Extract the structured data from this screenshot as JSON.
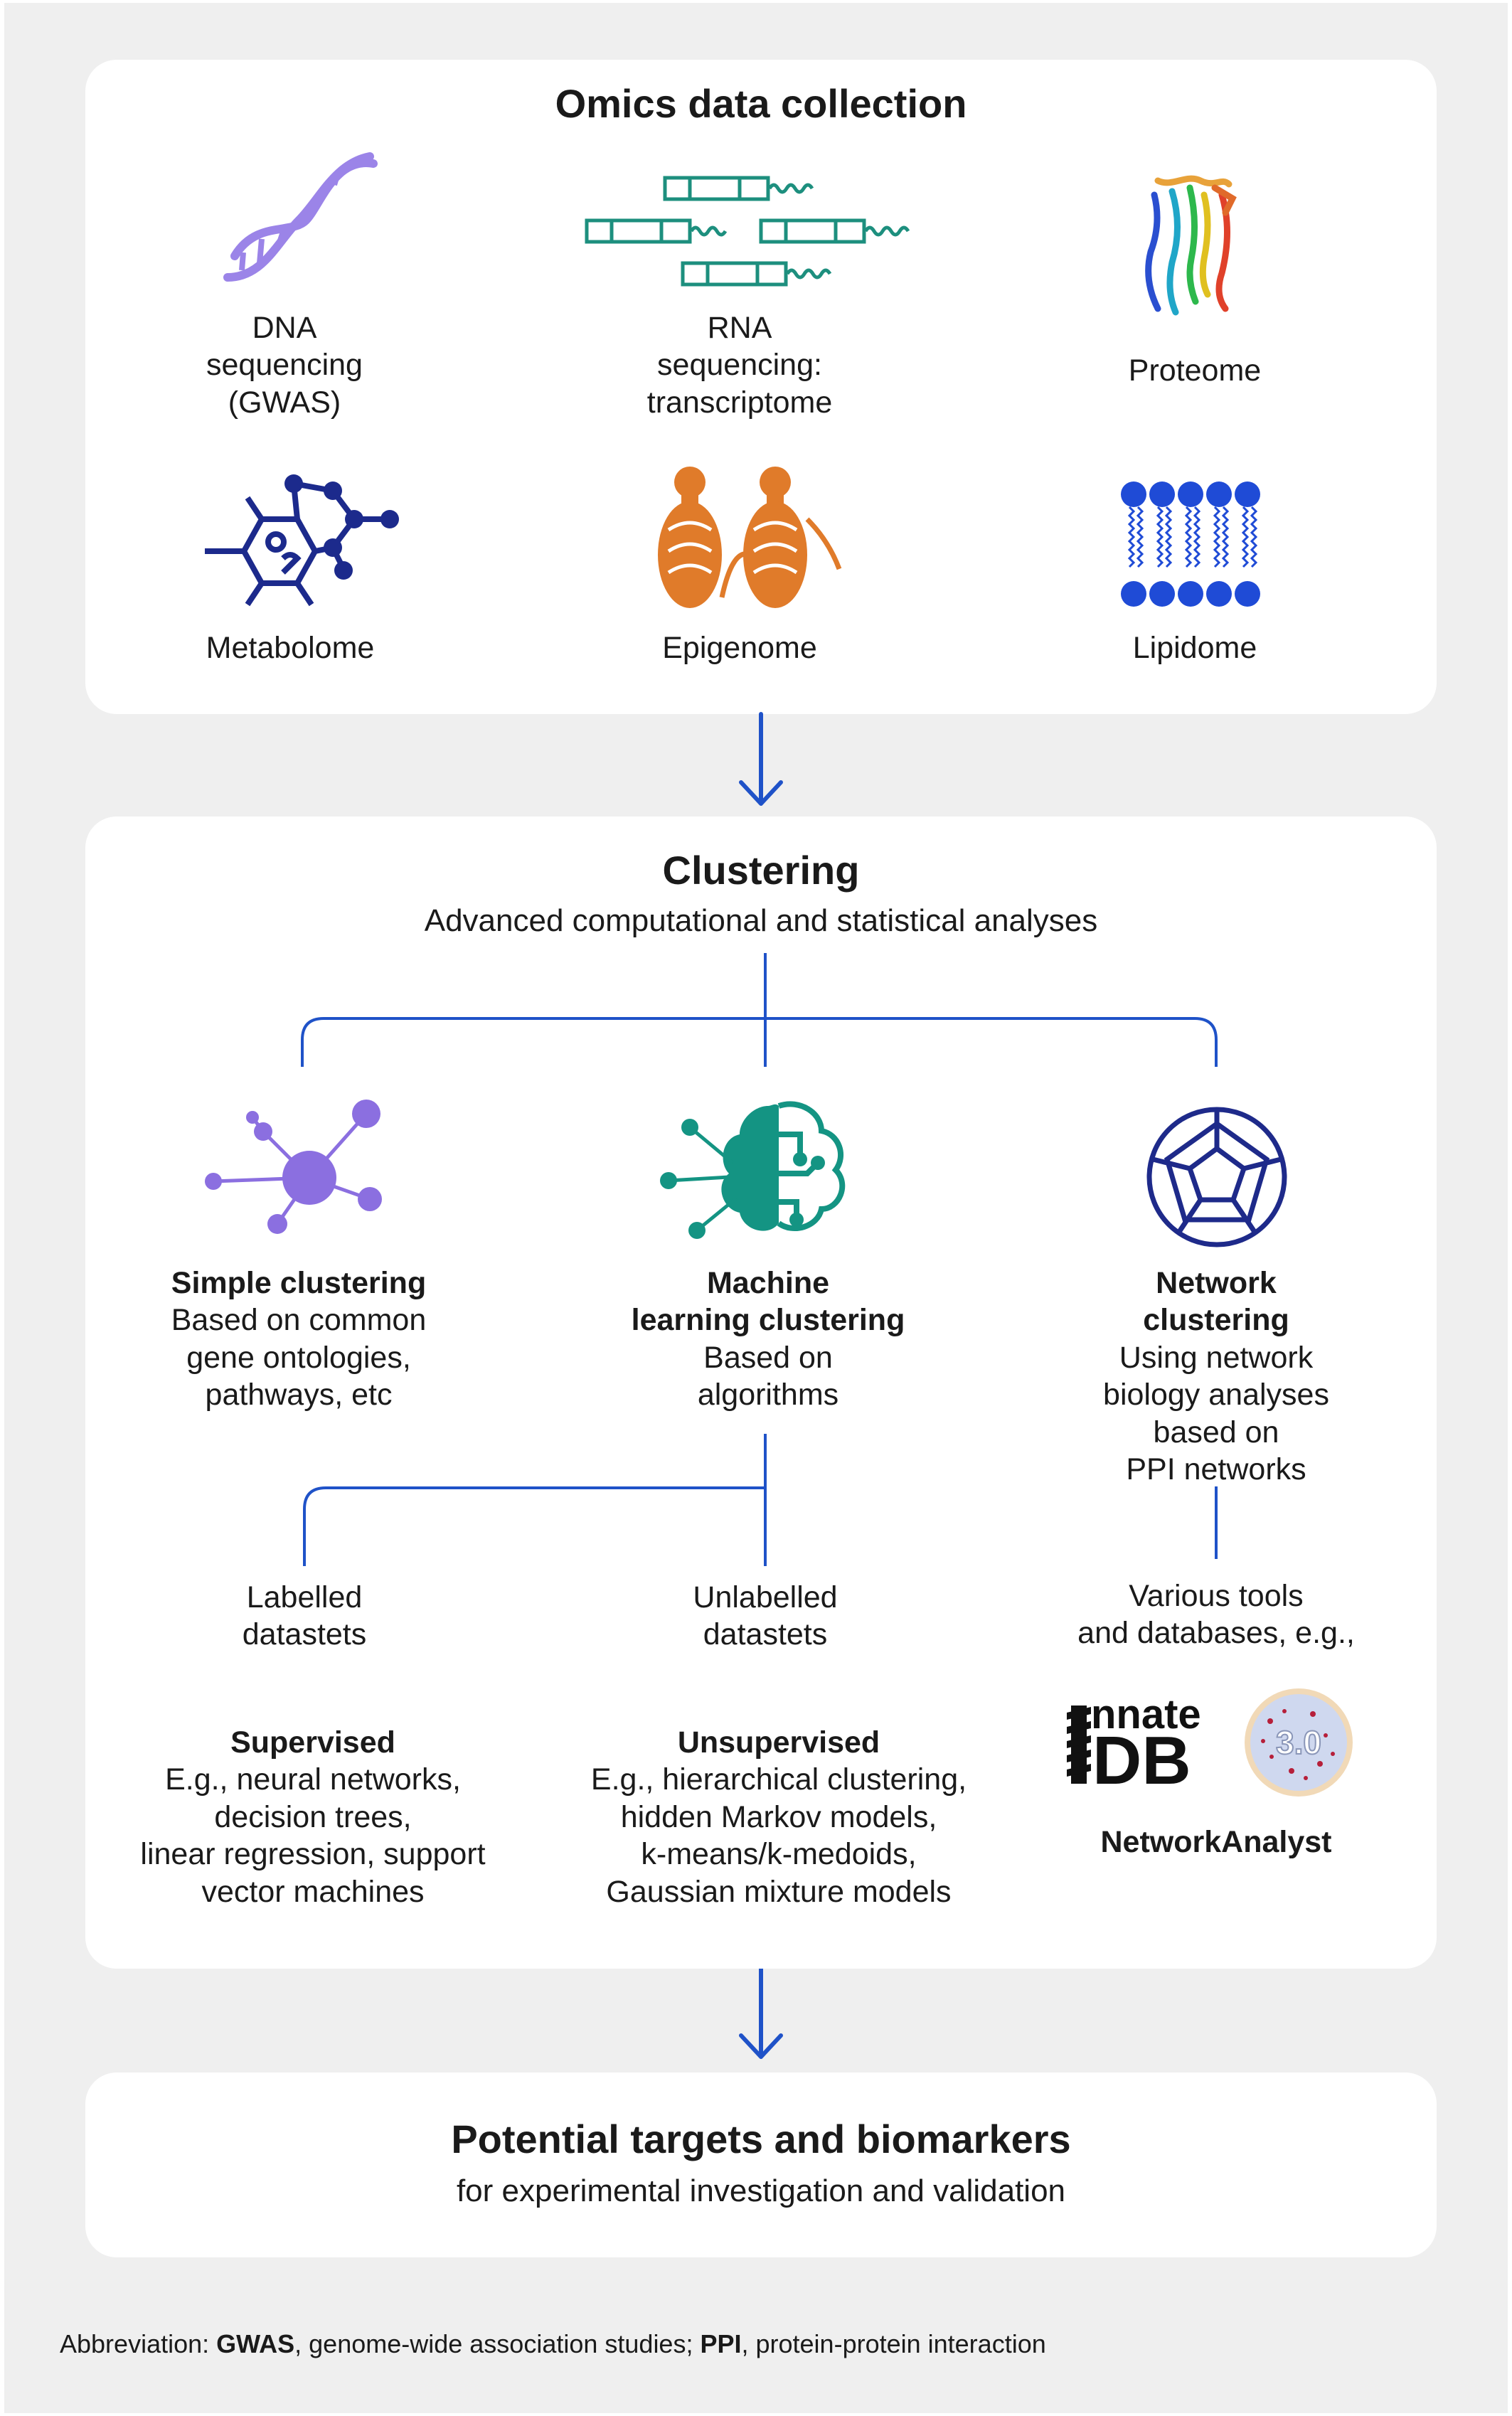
{
  "omics": {
    "title": "Omics data collection",
    "items": [
      {
        "label_lines": [
          "DNA",
          "sequencing",
          "(GWAS)"
        ],
        "icon": "dna-helix-icon"
      },
      {
        "label_lines": [
          "RNA",
          "sequencing:",
          "transcriptome"
        ],
        "icon": "rna-transcript-icon"
      },
      {
        "label_lines": [
          "Proteome"
        ],
        "icon": "protein-structure-icon"
      },
      {
        "label_lines": [
          "Metabolome"
        ],
        "icon": "metabolite-molecule-icon"
      },
      {
        "label_lines": [
          "Epigenome"
        ],
        "icon": "nucleosome-icon"
      },
      {
        "label_lines": [
          "Lipidome"
        ],
        "icon": "lipid-bilayer-icon"
      }
    ]
  },
  "clustering": {
    "title": "Clustering",
    "subtitle": "Advanced computational and statistical analyses",
    "methods": [
      {
        "title_lines": [
          "Simple clustering"
        ],
        "desc_lines": [
          "Based on common",
          "gene ontologies,",
          "pathways, etc"
        ],
        "icon": "hub-network-icon"
      },
      {
        "title_lines": [
          "Machine",
          "learning clustering"
        ],
        "desc_lines": [
          "Based on",
          "algorithms"
        ],
        "icon": "brain-circuit-icon"
      },
      {
        "title_lines": [
          "Network",
          "clustering"
        ],
        "desc_lines": [
          "Using network",
          "biology analyses",
          "based on",
          "PPI networks"
        ],
        "icon": "fullerene-network-icon"
      }
    ],
    "sub_branches": [
      {
        "label_lines": [
          "Labelled",
          "datastets"
        ],
        "title": "Supervised",
        "desc_lines": [
          "E.g., neural networks,",
          "decision trees,",
          "linear regression, support",
          "vector machines"
        ]
      },
      {
        "label_lines": [
          "Unlabelled",
          "datastets"
        ],
        "title": "Unsupervised",
        "desc_lines": [
          "E.g., hierarchical clustering,",
          "hidden Markov models,",
          "k-means/k-medoids,",
          "Gaussian mixture models"
        ]
      }
    ],
    "tools": {
      "intro_lines": [
        "Various tools",
        "and databases, e.g.,"
      ],
      "innatedb_logo_text": "innateDB",
      "networkanalyst_badge_text": "3.0",
      "networkanalyst_label": "NetworkAnalyst"
    }
  },
  "targets": {
    "title": "Potential targets and biomarkers",
    "subtitle": "for experimental investigation and validation"
  },
  "footnote": {
    "prefix": "Abbreviation: ",
    "term1": "GWAS",
    "def1": ", genome-wide association studies; ",
    "term2": "PPI",
    "def2": ", protein-protein interaction"
  },
  "colors": {
    "background": "#efefef",
    "card": "#ffffff",
    "connector_blue": "#1f52c8",
    "dna_purple": "#9b84e8",
    "rna_teal": "#1d8f7e",
    "metabolite_navy": "#1c2a8c",
    "epigenome_orange": "#e07b2a",
    "lipid_blue": "#1f4bd6",
    "hub_purple": "#8b6fe0",
    "brain_teal": "#149483",
    "fullerene_navy": "#1e2a8a"
  }
}
